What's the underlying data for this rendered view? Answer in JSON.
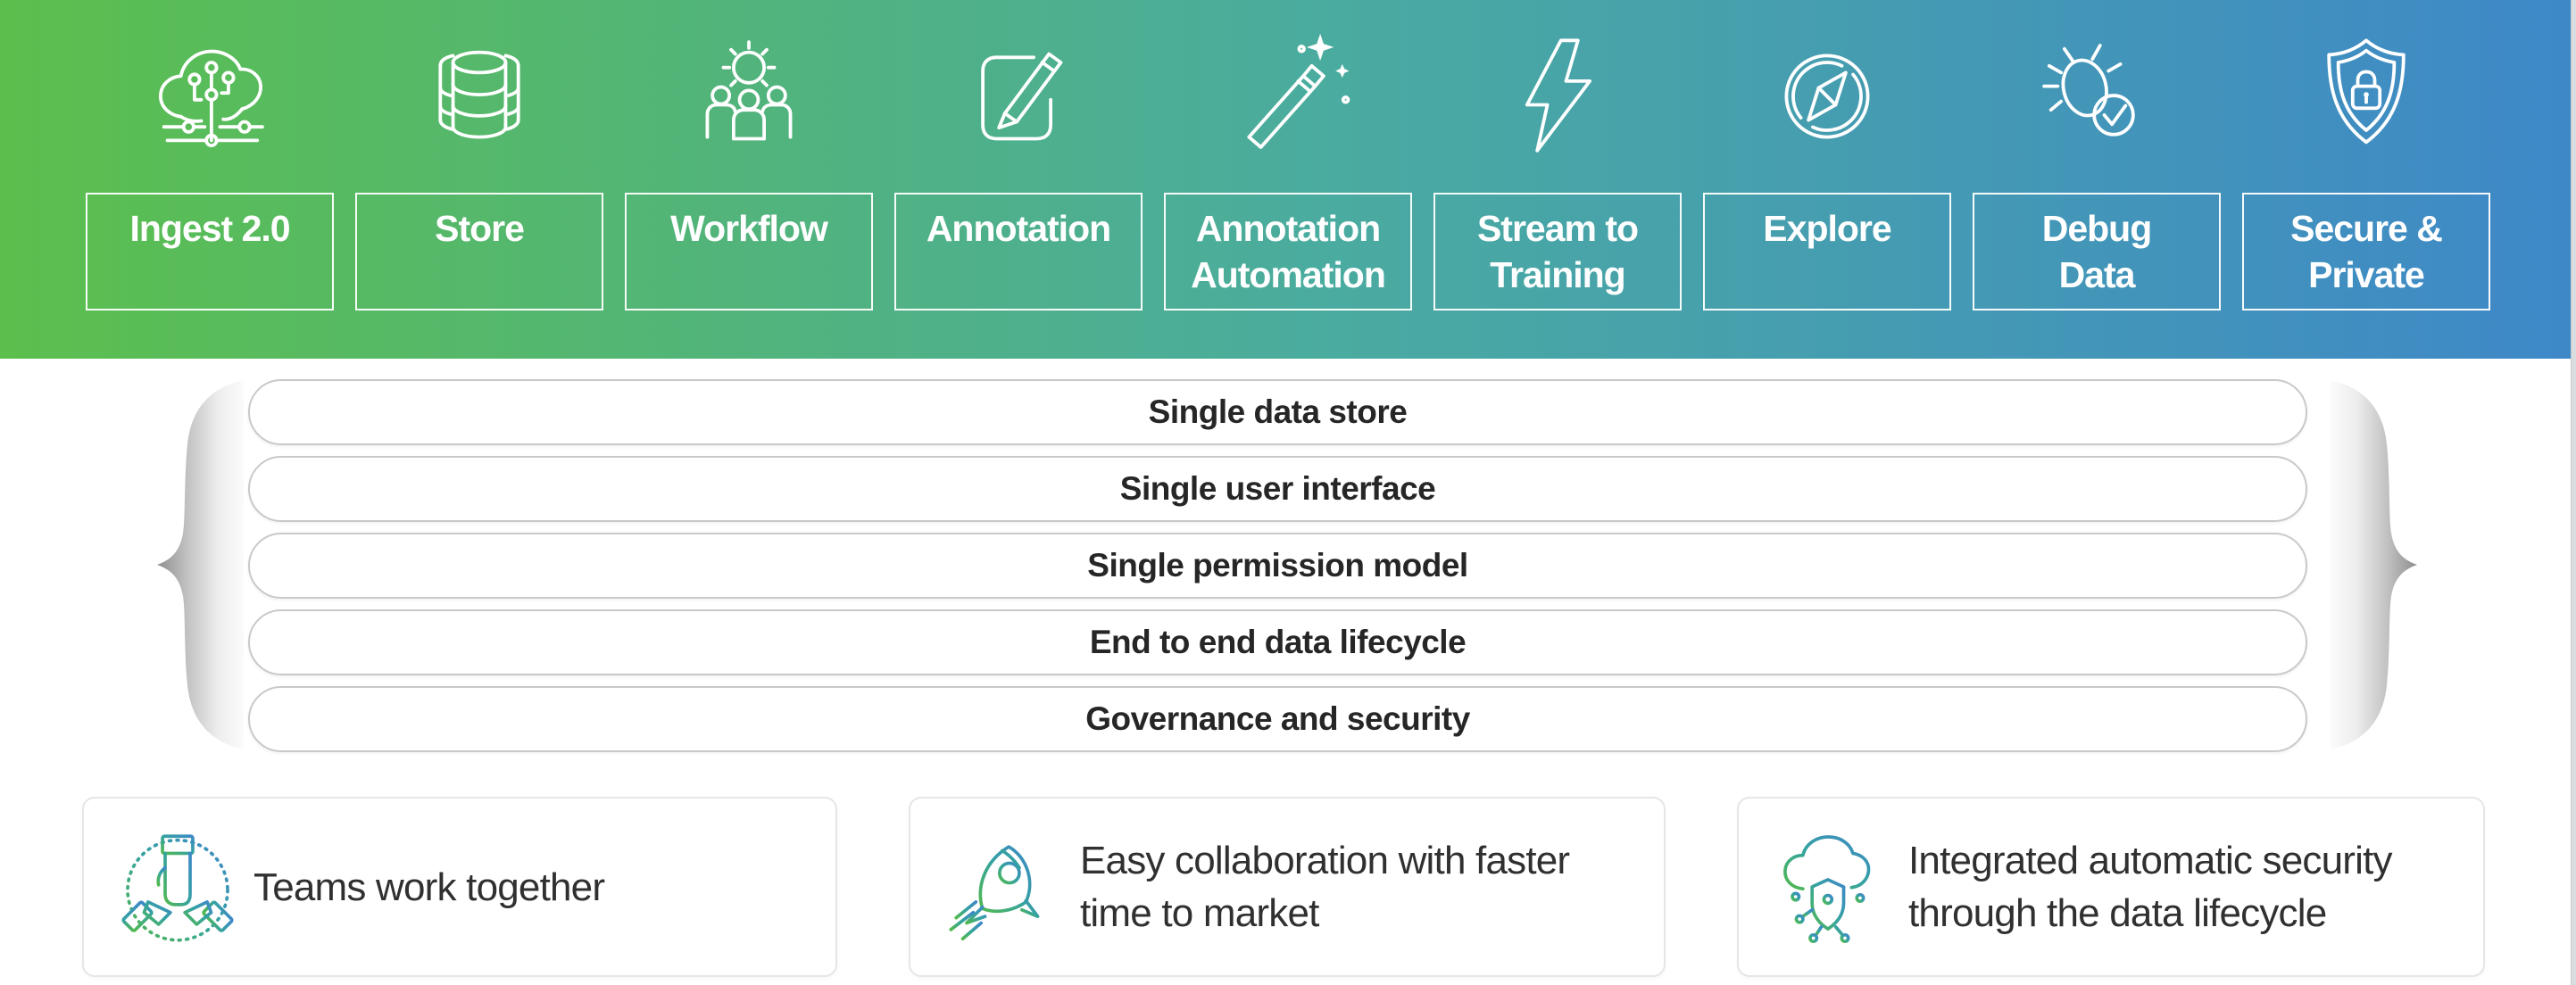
{
  "banner": {
    "features": [
      {
        "label": "Ingest 2.0",
        "icon": "cloud-circuit-icon"
      },
      {
        "label": "Store",
        "icon": "database-icon"
      },
      {
        "label": "Workflow",
        "icon": "gear-team-icon"
      },
      {
        "label": "Annotation",
        "icon": "edit-pencil-icon"
      },
      {
        "label": "Annotation\nAutomation",
        "icon": "magic-wand-icon"
      },
      {
        "label": "Stream to\nTraining",
        "icon": "lightning-bolt-icon"
      },
      {
        "label": "Explore",
        "icon": "compass-icon"
      },
      {
        "label": "Debug\nData",
        "icon": "bug-check-icon"
      },
      {
        "label": "Secure &\nPrivate",
        "icon": "shield-lock-icon"
      }
    ]
  },
  "pills": [
    "Single data store",
    "Single user interface",
    "Single permission model",
    "End to end data lifecycle",
    "Governance and security"
  ],
  "benefits": [
    {
      "text": "Teams work together",
      "icon": "handshake-icon"
    },
    {
      "text": "Easy collaboration with faster\ntime to market",
      "icon": "rocket-icon"
    },
    {
      "text": "Integrated automatic security\nthrough the data lifecycle",
      "icon": "cloud-shield-icon"
    }
  ],
  "colors": {
    "banner_green": "#5bbf4d",
    "banner_teal": "#4aaba0",
    "banner_blue": "#3e88c8",
    "pill_border": "#c9c9c9",
    "pill_text": "#262626",
    "card_border": "#e6e6e6",
    "card_text": "#303030",
    "brace_dark": "#8e8e8e",
    "brace_light": "#fbfbfb",
    "icon_grad_green": "#52b94e",
    "icon_grad_teal": "#35a3a0",
    "icon_grad_blue": "#3e88c8"
  }
}
